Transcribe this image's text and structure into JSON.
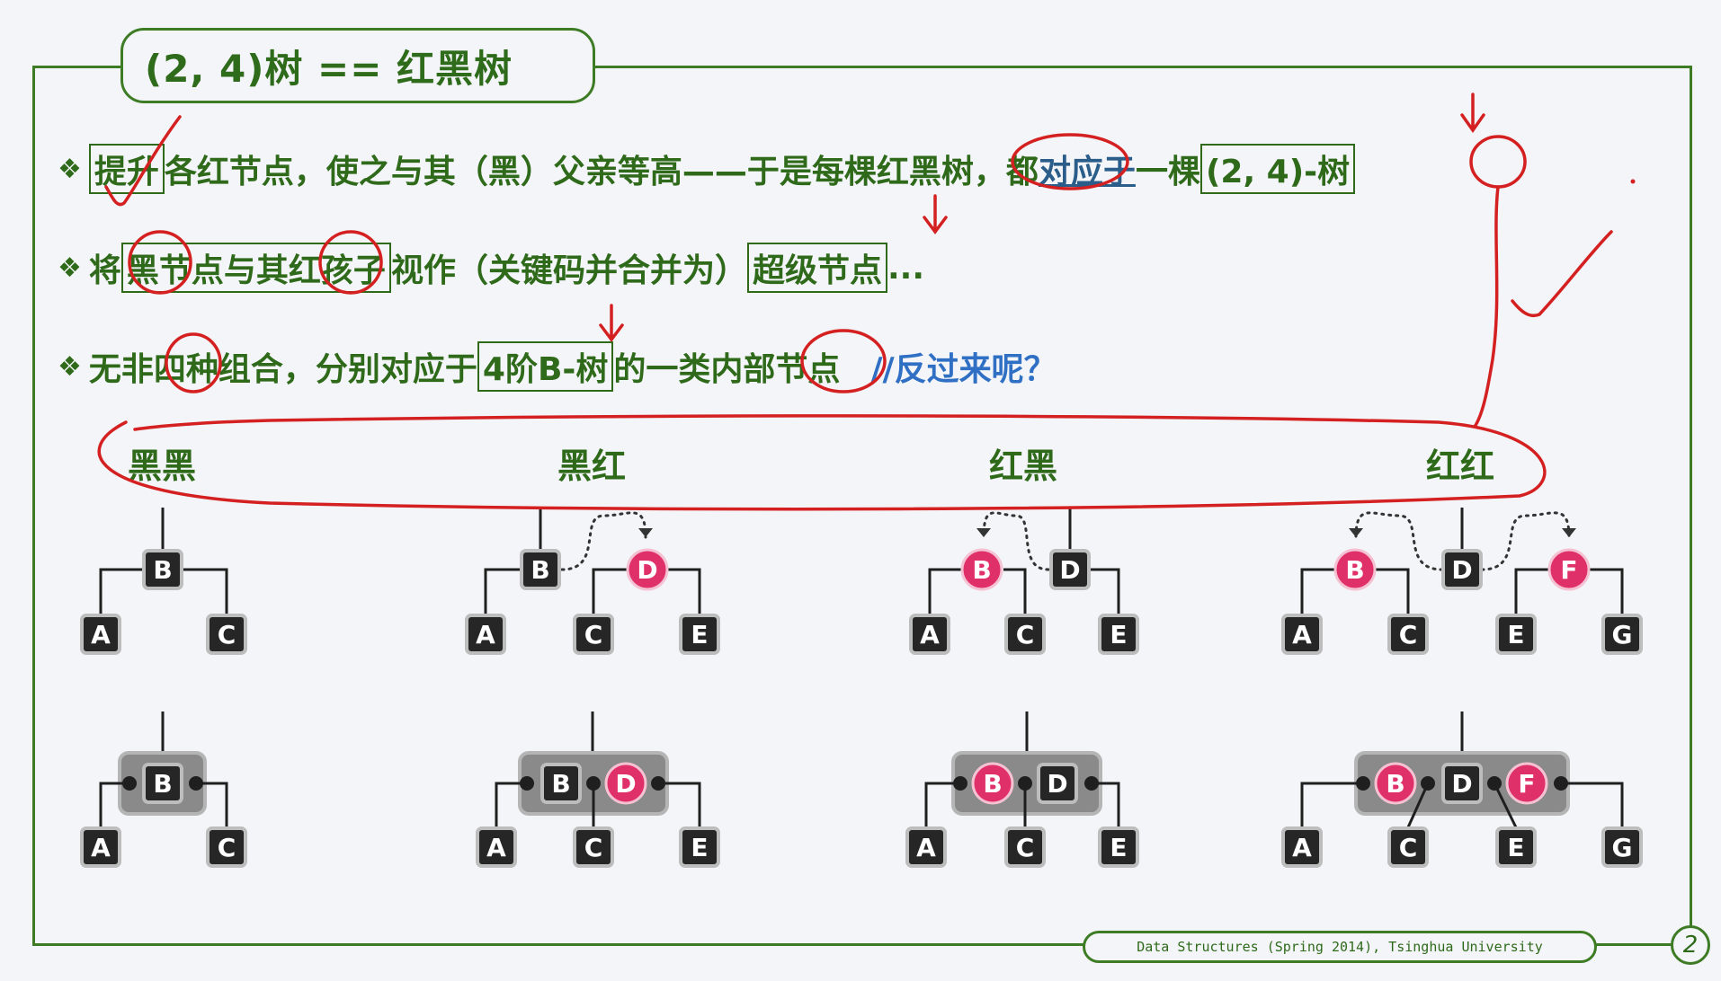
{
  "title": "(2, 4)树 == 红黑树",
  "bullets": [
    {
      "p1": "提升",
      "p2": "各红节点，使之与其（黑）父亲等高——于是每棵红黑树，都",
      "p3": "对应于",
      "p4": "一棵",
      "p5": "(2, 4)-树"
    },
    {
      "p1": "将",
      "p2": "黑节点与其红孩子",
      "p3": "视作（关键码并合并为）",
      "p4": "超级节点",
      "p5": "..."
    },
    {
      "p1": "无非四种组合，分别对应于",
      "p2": "4阶B-树",
      "p3": "的一类内部节点",
      "p4": "//反过来呢？"
    }
  ],
  "categories": [
    "黑黑",
    "黑红",
    "红黑",
    "红红"
  ],
  "nodes": {
    "A": "A",
    "B": "B",
    "C": "C",
    "D": "D",
    "E": "E",
    "F": "F",
    "G": "G"
  },
  "colors": {
    "green": "#2f6a1b",
    "red_node": "#e0306a",
    "black_node": "#262626",
    "ink": "#d42020",
    "blue": "#2f6fc4"
  },
  "footer": "Data Structures (Spring 2014), Tsinghua University",
  "page_number": "2"
}
